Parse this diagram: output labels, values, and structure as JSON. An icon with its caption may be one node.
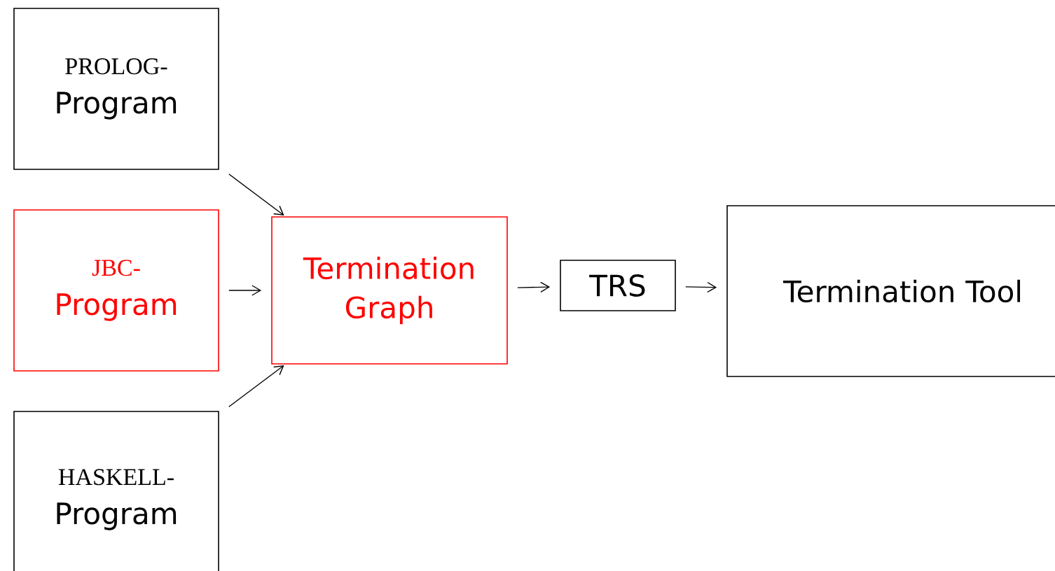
{
  "diagram": {
    "nodes": [
      {
        "text": [
          "PROLOG-",
          "Program"
        ]
      },
      {
        "text": [
          "JBC-",
          "Program"
        ]
      },
      {
        "text": [
          "HASKELL-",
          "Program"
        ]
      },
      {
        "text": [
          "Termination Graph"
        ]
      },
      {
        "text": [
          "TRS"
        ]
      },
      {
        "text": [
          "Termination Tool"
        ]
      }
    ],
    "edges": [
      {
        "from": 0,
        "to": 3,
        "arrow": "to"
      },
      {
        "from": 1,
        "to": 3,
        "arrow": "to"
      },
      {
        "from": 2,
        "to": 3,
        "arrow": "to"
      },
      {
        "from": 3,
        "to": 4,
        "arrow": "to"
      },
      {
        "from": 4,
        "to": 5,
        "arrow": "to"
      }
    ]
  }
}
